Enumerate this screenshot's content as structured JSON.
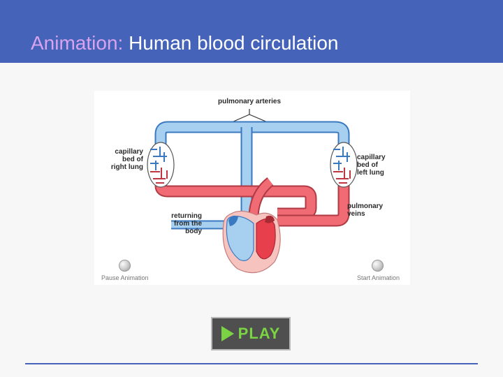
{
  "slide": {
    "title_prefix": "Animation:",
    "title_main": "Human blood circulation"
  },
  "diagram": {
    "labels": {
      "pulmonary_arteries": "pulmonary arteries",
      "right_lung_1": "capillary",
      "right_lung_2": "bed of",
      "right_lung_3": "right lung",
      "left_lung_1": "capillary",
      "left_lung_2": "bed of",
      "left_lung_3": "left lung",
      "veins_1": "pulmonary",
      "veins_2": "veins",
      "returning_1": "returning",
      "returning_2": "from the",
      "returning_3": "body"
    },
    "controls": {
      "pause_label": "Pause Animation",
      "start_label": "Start Animation"
    },
    "colors": {
      "deoxygenated": "#a7d0f0",
      "oxygenated": "#f06b73"
    }
  },
  "play_button": {
    "label": "PLAY"
  }
}
